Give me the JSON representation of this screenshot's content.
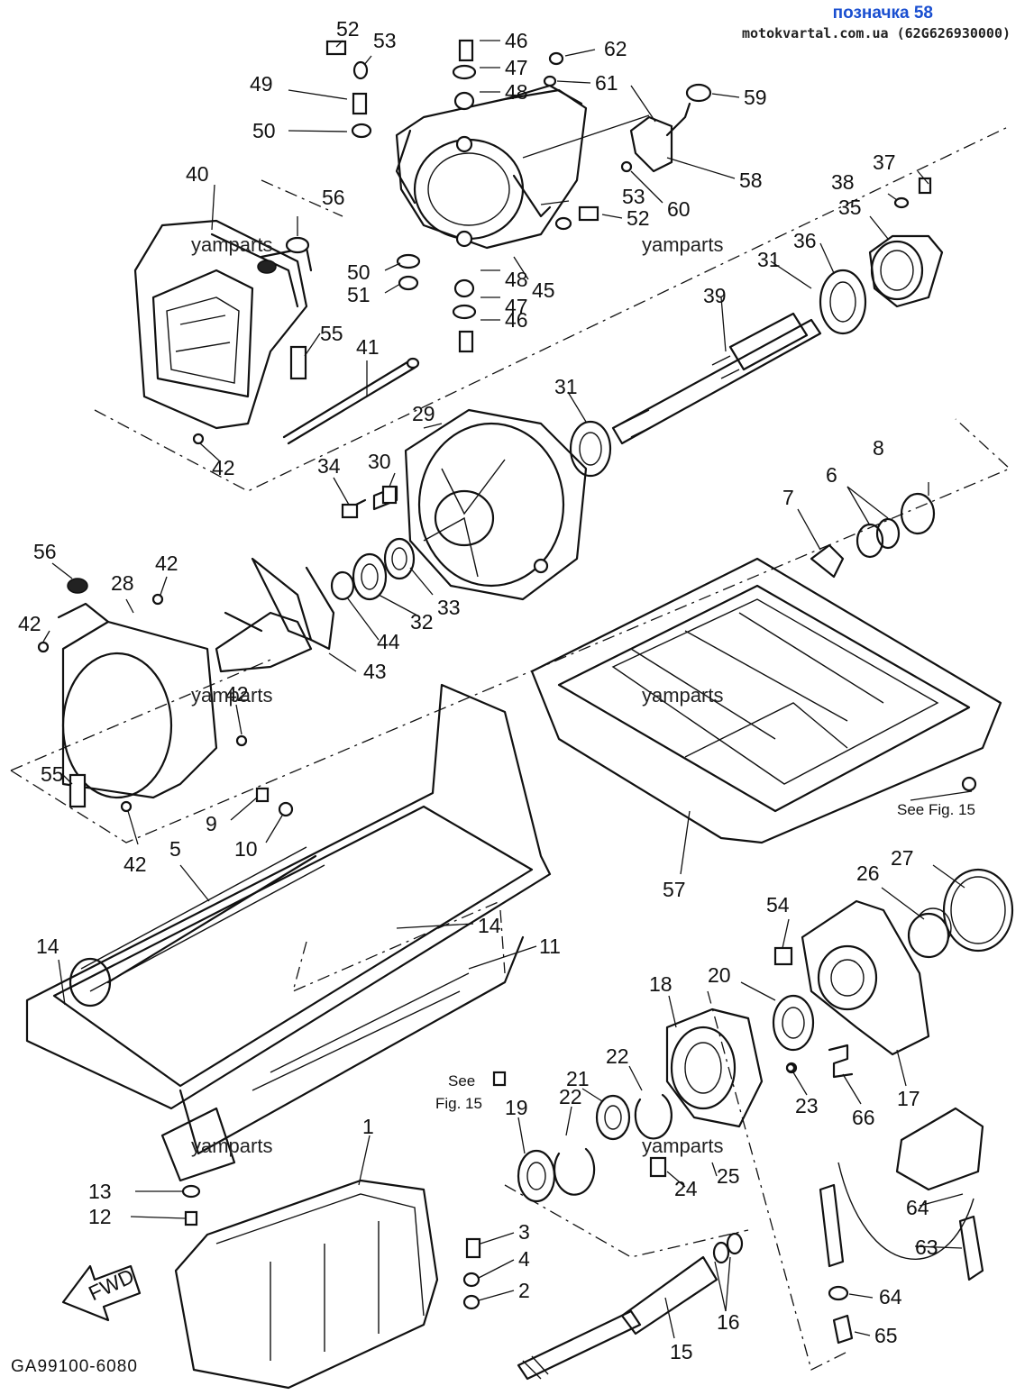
{
  "header": {
    "title": "позначка 58",
    "subtitle": "motokvartal.com.ua (62G626930000)"
  },
  "diagram": {
    "drawing_code": "GA99100-6080",
    "watermark": "yamparts",
    "fwd_label": "FWD",
    "see_fig_a": {
      "line1": "See Fig. 15"
    },
    "see_fig_b": {
      "line1": "See",
      "line2": "Fig. 15"
    },
    "callouts": [
      {
        "id": "c52a",
        "text": "52"
      },
      {
        "id": "c53a",
        "text": "53"
      },
      {
        "id": "c46a",
        "text": "46"
      },
      {
        "id": "c62",
        "text": "62"
      },
      {
        "id": "c47a",
        "text": "47"
      },
      {
        "id": "c61",
        "text": "61"
      },
      {
        "id": "c48a",
        "text": "48"
      },
      {
        "id": "c59",
        "text": "59"
      },
      {
        "id": "c49",
        "text": "49"
      },
      {
        "id": "c50a",
        "text": "50"
      },
      {
        "id": "c40",
        "text": "40"
      },
      {
        "id": "c58",
        "text": "58"
      },
      {
        "id": "c37",
        "text": "37"
      },
      {
        "id": "c38",
        "text": "38"
      },
      {
        "id": "c56a",
        "text": "56"
      },
      {
        "id": "c53b",
        "text": "53"
      },
      {
        "id": "c60",
        "text": "60"
      },
      {
        "id": "c35",
        "text": "35"
      },
      {
        "id": "c52b",
        "text": "52"
      },
      {
        "id": "c36",
        "text": "36"
      },
      {
        "id": "c50b",
        "text": "50"
      },
      {
        "id": "c51",
        "text": "51"
      },
      {
        "id": "c48b",
        "text": "48"
      },
      {
        "id": "c45",
        "text": "45"
      },
      {
        "id": "c31a",
        "text": "31"
      },
      {
        "id": "c47b",
        "text": "47"
      },
      {
        "id": "c39",
        "text": "39"
      },
      {
        "id": "c55a",
        "text": "55"
      },
      {
        "id": "c46b",
        "text": "46"
      },
      {
        "id": "c41",
        "text": "41"
      },
      {
        "id": "c31b",
        "text": "31"
      },
      {
        "id": "c29",
        "text": "29"
      },
      {
        "id": "c8",
        "text": "8"
      },
      {
        "id": "c42a",
        "text": "42"
      },
      {
        "id": "c34",
        "text": "34"
      },
      {
        "id": "c30",
        "text": "30"
      },
      {
        "id": "c6",
        "text": "6"
      },
      {
        "id": "c7",
        "text": "7"
      },
      {
        "id": "c56b",
        "text": "56"
      },
      {
        "id": "c42b",
        "text": "42"
      },
      {
        "id": "c28",
        "text": "28"
      },
      {
        "id": "c33",
        "text": "33"
      },
      {
        "id": "c42c",
        "text": "42"
      },
      {
        "id": "c32",
        "text": "32"
      },
      {
        "id": "c44",
        "text": "44"
      },
      {
        "id": "c43",
        "text": "43"
      },
      {
        "id": "c42d",
        "text": "42"
      },
      {
        "id": "c55b",
        "text": "55"
      },
      {
        "id": "c9",
        "text": "9"
      },
      {
        "id": "c10",
        "text": "10"
      },
      {
        "id": "c42e",
        "text": "42"
      },
      {
        "id": "c5",
        "text": "5"
      },
      {
        "id": "c57",
        "text": "57"
      },
      {
        "id": "c27",
        "text": "27"
      },
      {
        "id": "c26",
        "text": "26"
      },
      {
        "id": "c54",
        "text": "54"
      },
      {
        "id": "c14a",
        "text": "14"
      },
      {
        "id": "c14b",
        "text": "14"
      },
      {
        "id": "c11",
        "text": "11"
      },
      {
        "id": "c20",
        "text": "20"
      },
      {
        "id": "c18",
        "text": "18"
      },
      {
        "id": "c22a",
        "text": "22"
      },
      {
        "id": "c21",
        "text": "21"
      },
      {
        "id": "c22b",
        "text": "22"
      },
      {
        "id": "c19",
        "text": "19"
      },
      {
        "id": "c23",
        "text": "23"
      },
      {
        "id": "c66",
        "text": "66"
      },
      {
        "id": "c17",
        "text": "17"
      },
      {
        "id": "c25",
        "text": "25"
      },
      {
        "id": "c24",
        "text": "24"
      },
      {
        "id": "c13",
        "text": "13"
      },
      {
        "id": "c12",
        "text": "12"
      },
      {
        "id": "c1",
        "text": "1"
      },
      {
        "id": "c3",
        "text": "3"
      },
      {
        "id": "c4",
        "text": "4"
      },
      {
        "id": "c2",
        "text": "2"
      },
      {
        "id": "c64a",
        "text": "64"
      },
      {
        "id": "c63",
        "text": "63"
      },
      {
        "id": "c16",
        "text": "16"
      },
      {
        "id": "c64b",
        "text": "64"
      },
      {
        "id": "c15",
        "text": "15"
      },
      {
        "id": "c65",
        "text": "65"
      }
    ]
  }
}
